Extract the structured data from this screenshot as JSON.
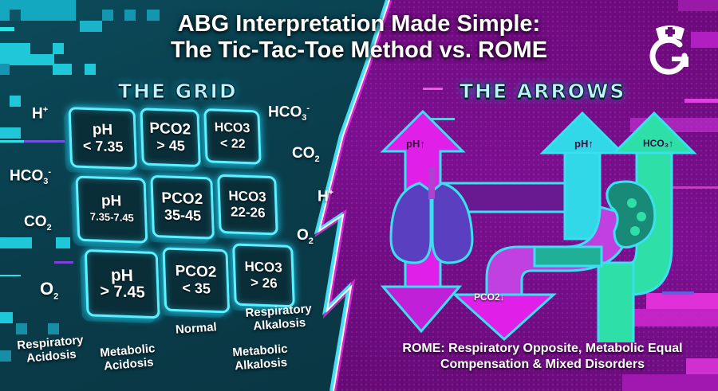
{
  "title": {
    "line1": "ABG Interpretation Made Simple:",
    "line2": "The Tic-Tac-Toe Method vs. ROME"
  },
  "logo": {
    "icon": "nurse-cap-g-logo",
    "letter": "G"
  },
  "left_panel": {
    "heading": "THE GRID",
    "chem_labels": [
      {
        "base": "H",
        "sup": "+",
        "sub": ""
      },
      {
        "base": "HCO",
        "sub": "3",
        "sup": "-"
      },
      {
        "base": "CO",
        "sub": "2",
        "sup": ""
      },
      {
        "base": "O",
        "sub": "2",
        "sup": ""
      },
      {
        "base": "HCO",
        "sub": "3",
        "sup": "-"
      },
      {
        "base": "CO",
        "sub": "2",
        "sup": ""
      },
      {
        "base": "H",
        "sup": "+",
        "sub": ""
      },
      {
        "base": "O",
        "sub": "2",
        "sup": ""
      }
    ],
    "grid": [
      [
        {
          "k": "pH",
          "v": "< 7.35"
        },
        {
          "k": "PCO2",
          "v": "> 45"
        },
        {
          "k": "HCO3",
          "v": "< 22"
        }
      ],
      [
        {
          "k": "pH",
          "v": "7.35-7.45"
        },
        {
          "k": "PCO2",
          "v": "35-45"
        },
        {
          "k": "HCO3",
          "v": "22-26"
        }
      ],
      [
        {
          "k": "pH",
          "v": "> 7.45"
        },
        {
          "k": "PCO2",
          "v": "< 35"
        },
        {
          "k": "HCO3",
          "v": "> 26"
        }
      ]
    ],
    "labels": {
      "resp_acidosis": [
        "Respiratory",
        "Acidosis"
      ],
      "met_acidosis": [
        "Metabolic",
        "Acidosis"
      ],
      "normal": [
        "Normal"
      ],
      "resp_alkalosis": [
        "Respiratory",
        "Alkalosis"
      ],
      "met_alkalosis": [
        "Metabolic",
        "Alkalosis"
      ]
    }
  },
  "right_panel": {
    "heading": "THE ARROWS",
    "arrow_labels": {
      "ph_up_1": "pH↑",
      "ph_up_2": "pH↑",
      "hco3_up": "HCO₃↑",
      "pco2_down": "PCO2↓"
    },
    "organs": [
      "lungs-icon",
      "kidney-icon"
    ],
    "caption_line1": "ROME: Respiratory Opposite, Metabolic Equal",
    "caption_line2": "Compensation & Mixed Disorders"
  },
  "colors": {
    "left_bg": "#0a3c4a",
    "right_bg": "#7a1090",
    "neon_cyan": "#5ef0ff",
    "magenta_arrow": "#e020e8",
    "teal_arrow": "#30d8e8",
    "green_arrow": "#2ee0a8",
    "heading_text": "#bff4ff"
  }
}
